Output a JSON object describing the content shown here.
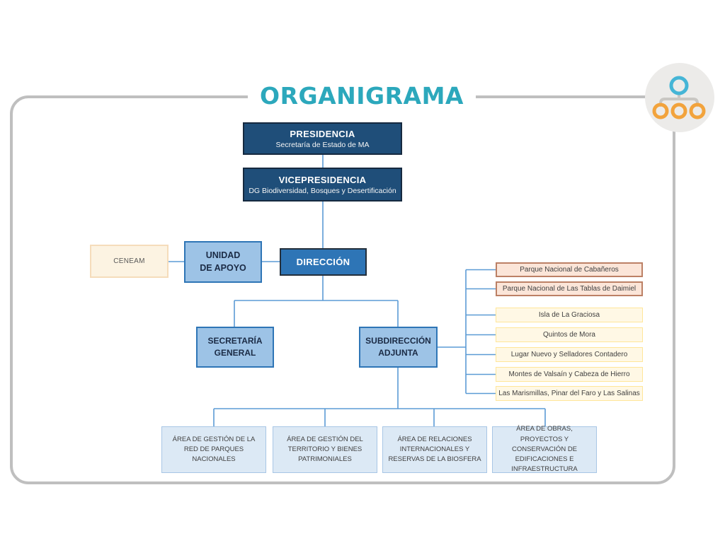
{
  "title": "ORGANIGRAMA",
  "nodes": {
    "presidencia": {
      "label": "PRESIDENCIA",
      "sublabel": "Secretaría de Estado de MA"
    },
    "vicepresidencia je": {
      "label": ""
    },
    "vicepresidencia": {
      "label": "VICEPRESIDENCIA",
      "sublabel": "DG Biodiversidad, Bosques y Desertificación"
    },
    "ceneam": {
      "label": "CENEAM"
    },
    "unidad_apoyo": {
      "line1": "UNIDAD",
      "line2": "DE APOYO"
    },
    "direccion": {
      "label": "DIRECCIÓN"
    },
    "secretaria_general": {
      "line1": "SECRETARÍA",
      "line2": "GENERAL"
    },
    "subdireccion_adjunta": {
      "line1": "SUBDIRECCIÓN",
      "line2": "ADJUNTA"
    }
  },
  "fincas": [
    {
      "label": "Parque Nacional de Cabañeros"
    },
    {
      "label": "Parque Nacional de Las Tablas de Daimiel"
    },
    {
      "label": "Isla de La Graciosa"
    },
    {
      "label": "Quintos de Mora"
    },
    {
      "label": "Lugar Nuevo y Selladores Contadero"
    },
    {
      "label": "Montes de Valsaín y Cabeza de Hierro"
    },
    {
      "label": "Las Marismillas, Pinar del Faro y Las Salinas"
    }
  ],
  "areas": [
    {
      "label": "ÁREA DE GESTIÓN DE LA RED DE PARQUES NACIONALES"
    },
    {
      "label": "ÁREA DE GESTIÓN DEL TERRITORIO Y BIENES PATRIMONIALES"
    },
    {
      "label": "ÁREA DE RELACIONES INTERNACIONALES Y RESERVAS DE LA BIOSFERA"
    },
    {
      "label": "ÁREA DE OBRAS, PROYECTOS Y CONSERVACIÓN DE EDIFICACIONES E INFRAESTRUCTURA"
    }
  ],
  "colors": {
    "accent_teal": "#2CA8BC",
    "navy": "#1F4E79",
    "mid_blue": "#2E75B6",
    "light_blue": "#9DC3E6",
    "pale_blue": "#DCE9F5",
    "cream": "#FCF3E2",
    "park_cream": "#FFF8E5",
    "salmon": "#FBE5D8",
    "salmon_border": "#BC8065",
    "connector_blue": "#5B9BD5",
    "frame_gray": "#BFBFBF",
    "icon_orange": "#F2A33C",
    "icon_teal": "#45B5D6"
  }
}
